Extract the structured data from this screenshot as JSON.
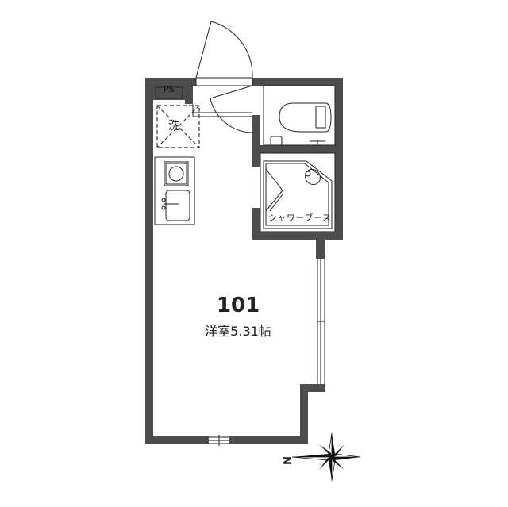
{
  "floor_plan": {
    "unit_number": "101",
    "room_label": "洋室5.31帖",
    "ps_label": "PS",
    "washer_label": "洗",
    "shower_label": "シャワーブース",
    "compass_label": "N"
  },
  "colors": {
    "wall": "#4d4d4d",
    "line": "#222222",
    "background": "#ffffff"
  }
}
